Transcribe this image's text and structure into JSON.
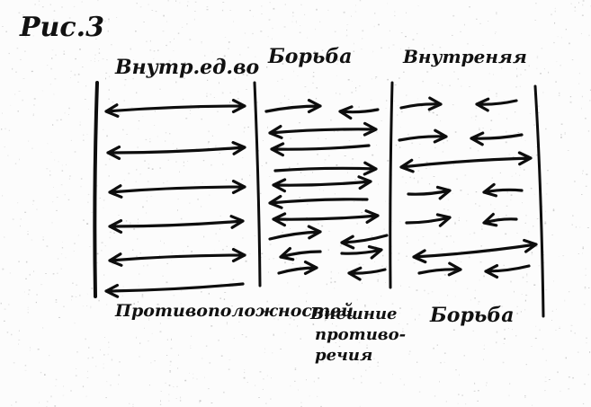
{
  "figure_label": "Рис.3",
  "columns": [
    {
      "heading": "Внутр.ед.во",
      "caption_lines": [
        "Противоположностей"
      ]
    },
    {
      "heading": "Борьба",
      "caption_lines": [
        "Внешние",
        "противо-",
        "речия"
      ]
    },
    {
      "heading": "Внутреняя",
      "caption_lines": [
        "Борьба"
      ]
    }
  ],
  "colors": {
    "ink": "#0d0d0d",
    "paper": "#fcfcfc",
    "speckle": "#9a9a9a"
  }
}
